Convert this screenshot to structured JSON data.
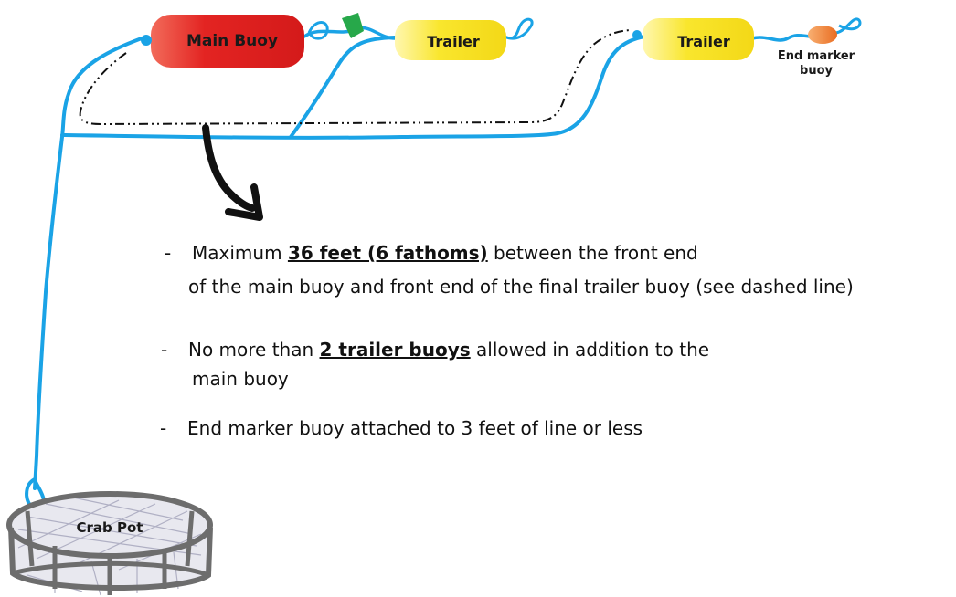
{
  "colors": {
    "rope": "#1aa3e6",
    "main_buoy": "#e32422",
    "trailer_buoy": "#f7e225",
    "end_marker_buoy": "#f07f2b",
    "tag": "#27a84a",
    "pot_frame": "#6d6d6d",
    "arrow": "#111111"
  },
  "labels": {
    "main_buoy": "Main Buoy",
    "trailer_1": "Trailer",
    "trailer_2": "Trailer",
    "end_marker_line1": "End marker",
    "end_marker_line2": "buoy",
    "crab_pot": "Crab Pot"
  },
  "rules": [
    {
      "bullet": "-",
      "before": "Maximum ",
      "emphasis": "36 feet (6 fathoms)",
      "after": " between the front end",
      "line2": "of the main buoy and front end of the final trailer buoy (see dashed line)"
    },
    {
      "bullet": "-",
      "before": "No more than ",
      "emphasis": "2 trailer buoys",
      "after": " allowed in addition to the",
      "line2": "main buoy"
    },
    {
      "bullet": "-",
      "text": "End marker buoy attached to 3 feet of line or less"
    }
  ]
}
